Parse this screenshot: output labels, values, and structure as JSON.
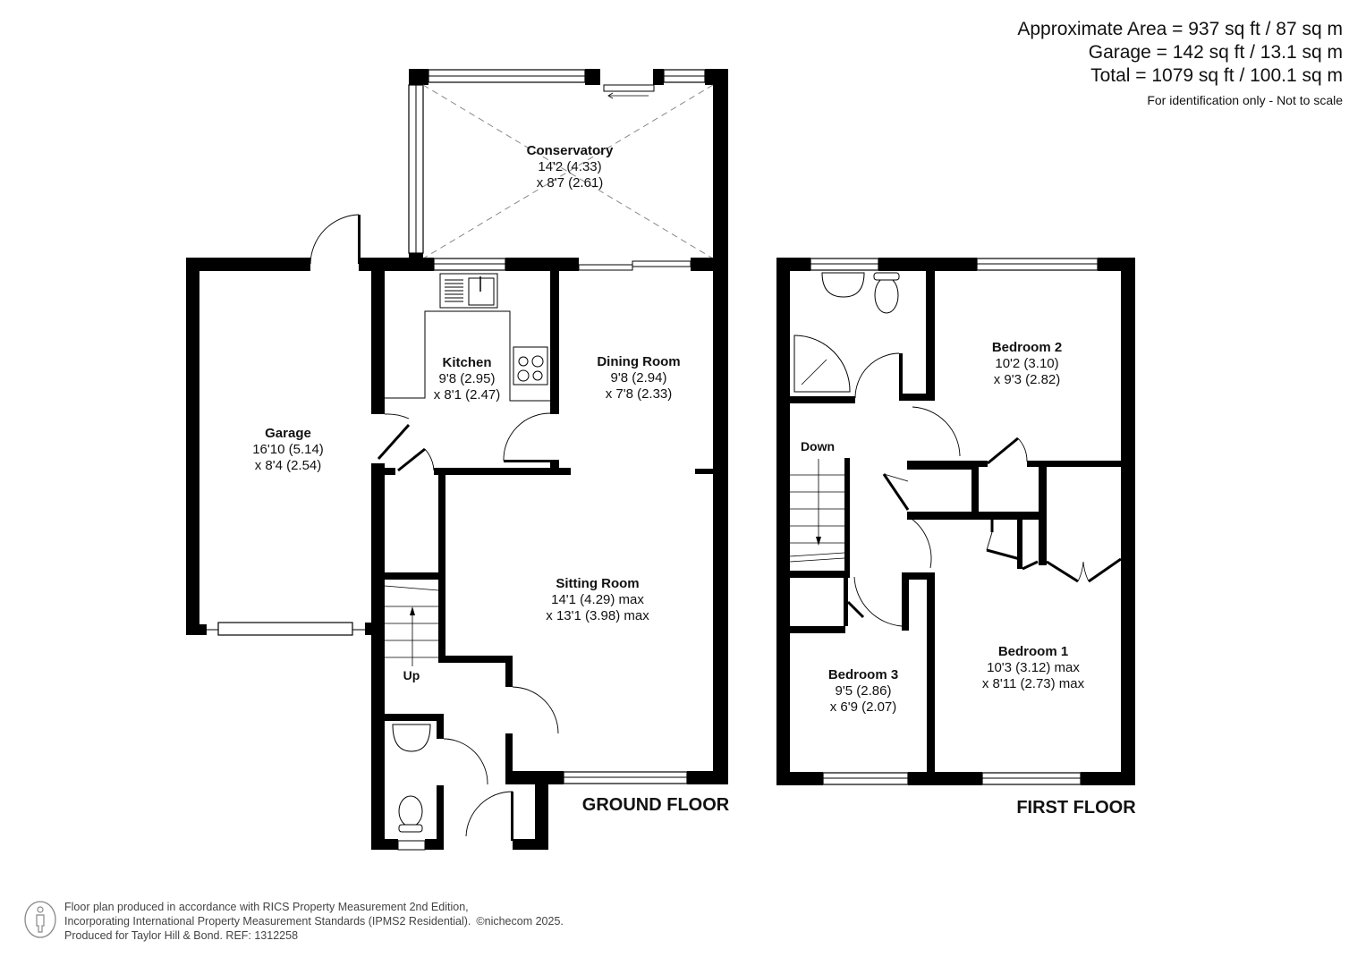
{
  "summary": {
    "approximate_area": "Approximate Area = 937 sq ft / 87 sq m",
    "garage_area": "Garage = 142 sq ft / 13.1 sq m",
    "total_area": "Total = 1079 sq ft / 100.1 sq m",
    "note": "For identification only - Not to scale"
  },
  "ground_floor": {
    "title": "GROUND FLOOR",
    "stairs_label": "Up",
    "rooms": {
      "conservatory": {
        "name": "Conservatory",
        "dim1": "14'2 (4.33)",
        "dim2": "x 8'7 (2.61)"
      },
      "garage": {
        "name": "Garage",
        "dim1": "16'10 (5.14)",
        "dim2": "x 8'4 (2.54)"
      },
      "kitchen": {
        "name": "Kitchen",
        "dim1": "9'8 (2.95)",
        "dim2": "x 8'1 (2.47)"
      },
      "dining_room": {
        "name": "Dining Room",
        "dim1": "9'8 (2.94)",
        "dim2": "x 7'8 (2.33)"
      },
      "sitting_room": {
        "name": "Sitting Room",
        "dim1": "14'1 (4.29) max",
        "dim2": "x 13'1 (3.98) max"
      }
    }
  },
  "first_floor": {
    "title": "FIRST FLOOR",
    "stairs_label": "Down",
    "rooms": {
      "bedroom_2": {
        "name": "Bedroom 2",
        "dim1": "10'2 (3.10)",
        "dim2": "x 9'3 (2.82)"
      },
      "bedroom_1": {
        "name": "Bedroom 1",
        "dim1": "10'3 (3.12) max",
        "dim2": "x 8'11 (2.73) max"
      },
      "bedroom_3": {
        "name": "Bedroom 3",
        "dim1": "9'5 (2.86)",
        "dim2": "x 6'9 (2.07)"
      }
    }
  },
  "footer": {
    "line1": "Floor plan produced in accordance with RICS Property Measurement 2nd Edition,",
    "line2": "Incorporating International Property Measurement Standards (IPMS2 Residential).",
    "copyright": "©nichecom 2025.",
    "line3": "Produced for Taylor Hill & Bond.   REF: 1312258"
  },
  "colors": {
    "wall": "#000000",
    "background": "#ffffff",
    "text": "#111111",
    "footer_text": "#444444"
  }
}
